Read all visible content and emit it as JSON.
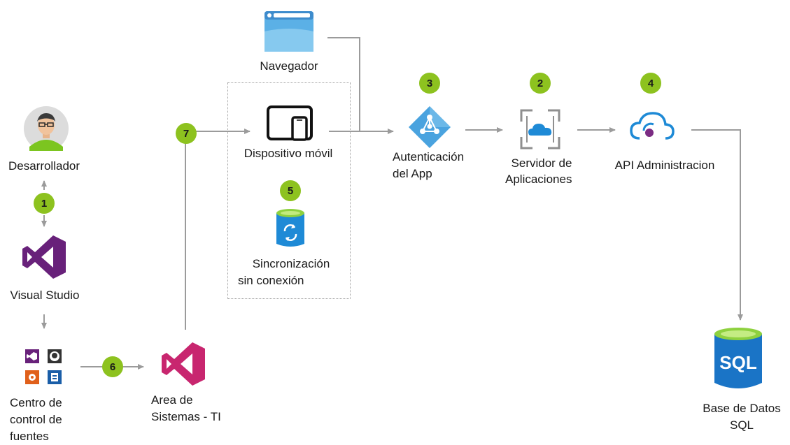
{
  "nodes": {
    "desarrollador": "Desarrollador",
    "visual_studio": "Visual Studio",
    "centro_line1": "Centro de",
    "centro_line2": "control de",
    "centro_line3": "fuentes",
    "area_line1": "Area de",
    "area_line2": "Sistemas - TI",
    "navegador": "Navegador",
    "dispositivo": "Dispositivo móvil",
    "sincronizacion_line1": "Sincronización",
    "sincronizacion_line2": "sin conexión",
    "autenticacion_line1": "Autenticación",
    "autenticacion_line2": "del App",
    "servidor_line1": "Servidor de",
    "servidor_line2": "Aplicaciones",
    "api": "API Administracion",
    "bd_line1": "Base de Datos",
    "bd_line2": "SQL",
    "sql_text": "SQL"
  },
  "badges": {
    "b1": "1",
    "b2": "2",
    "b3": "3",
    "b4": "4",
    "b5": "5",
    "b6": "6",
    "b7": "7"
  },
  "colors": {
    "badge": "#8dc21f",
    "connector": "#9b9b9b",
    "vs_purple": "#68217a",
    "devops_pink": "#c8266f",
    "azure_blue": "#1e8ad6",
    "sql_blue": "#1a74c6"
  }
}
